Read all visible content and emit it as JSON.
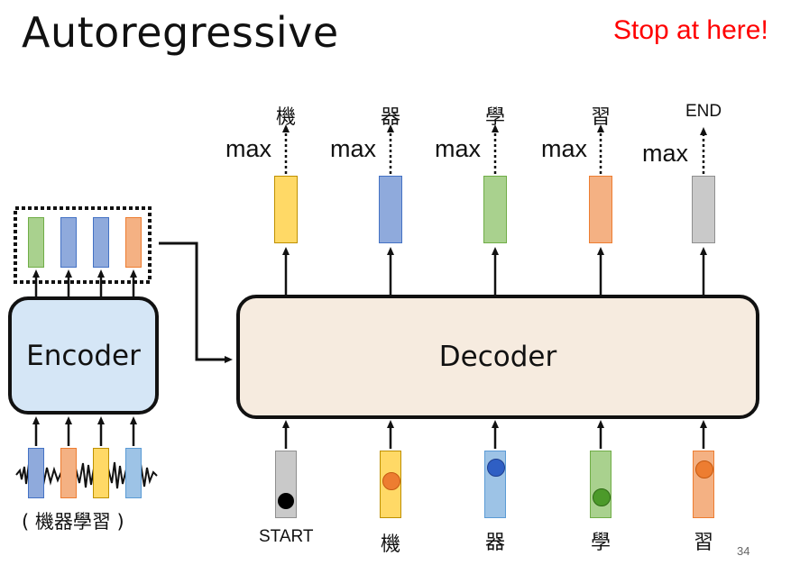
{
  "slide": {
    "title": "Autoregressive",
    "note": "Stop at here!",
    "page_number": "34"
  },
  "encoder": {
    "label": "Encoder",
    "input_caption": "( 機器學習 )"
  },
  "decoder": {
    "label": "Decoder",
    "inputs": [
      "START",
      "機",
      "器",
      "學",
      "習"
    ],
    "outputs": [
      "機",
      "器",
      "學",
      "習",
      "END"
    ],
    "op_label": "max"
  },
  "colors": {
    "green": "#a9d18e",
    "blue": "#8faadc",
    "orange": "#f4b183",
    "yellow": "#ffd966",
    "gray": "#c9c9c9",
    "light_blue": "#9dc3e6",
    "red_note": "#ff0000",
    "encoder_fill": "#d5e6f6",
    "decoder_fill": "#f6ebdf"
  }
}
